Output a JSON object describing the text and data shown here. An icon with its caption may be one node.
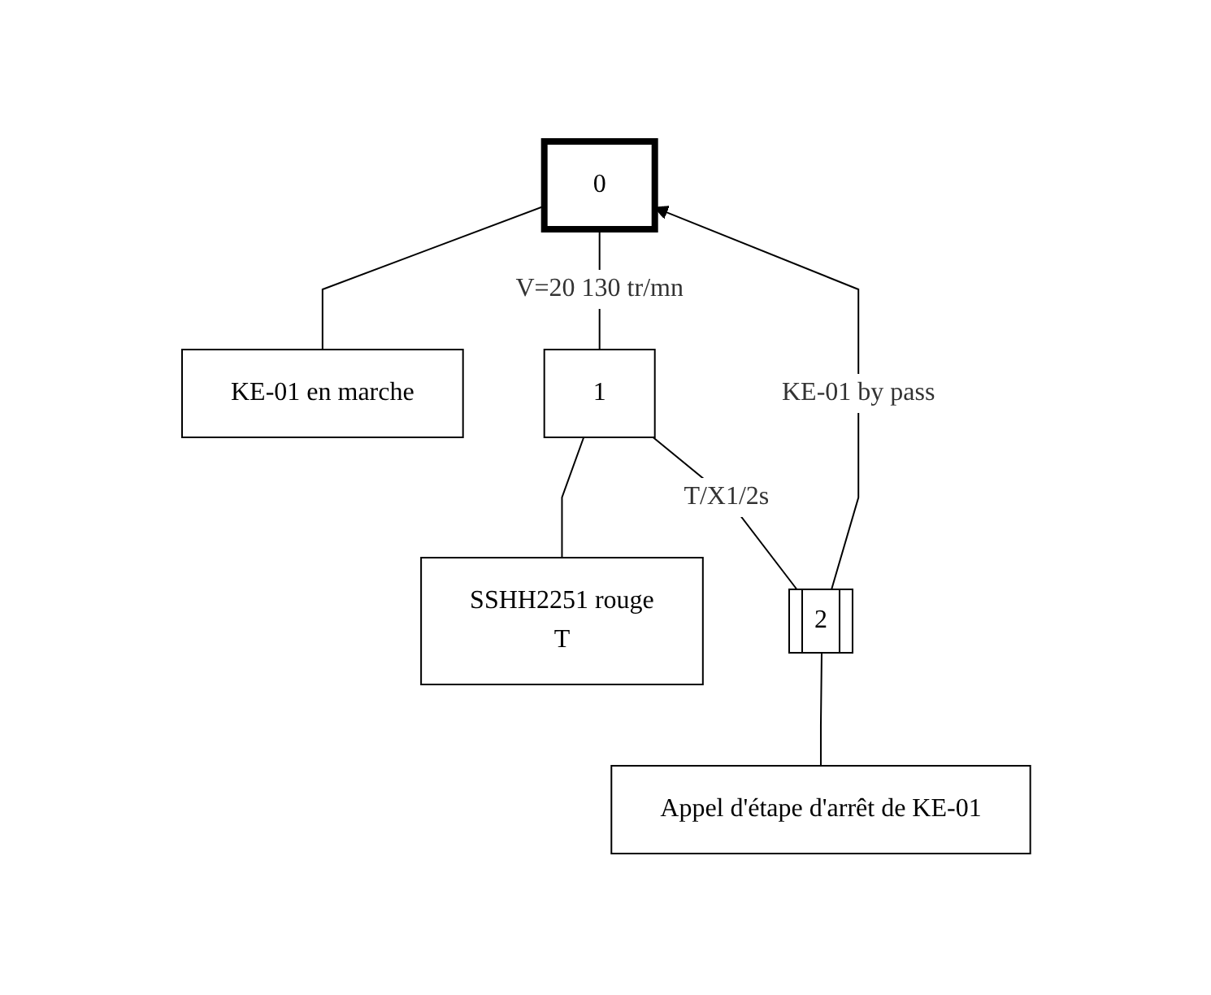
{
  "diagram": {
    "nodes": [
      {
        "text": [
          "0"
        ]
      },
      {
        "text": [
          "KE-01 en marche"
        ]
      },
      {
        "text": [
          "1"
        ]
      },
      {
        "text": [
          "SSHH2251 rouge",
          "T"
        ]
      },
      {
        "text": [
          "2"
        ]
      },
      {
        "text": [
          "Appel d'étape d'arrêt de KE-01"
        ]
      }
    ],
    "edges": [
      {
        "from": 0,
        "to": 1,
        "arrow": "none"
      },
      {
        "from": 0,
        "to": 2,
        "arrow": "none",
        "label": "V=20 130 tr/mn"
      },
      {
        "from": 2,
        "to": 3,
        "arrow": "none"
      },
      {
        "from": 2,
        "to": 4,
        "arrow": "none",
        "label": "T/X1/2s"
      },
      {
        "from": 4,
        "to": 5,
        "arrow": "none"
      },
      {
        "from": 4,
        "to": 0,
        "arrow": "to",
        "label": "KE-01 by pass"
      }
    ]
  }
}
